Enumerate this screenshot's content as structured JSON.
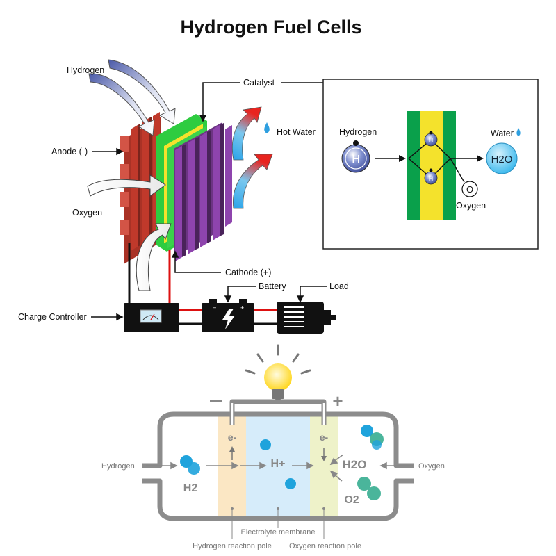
{
  "title": "Hydrogen Fuel Cells",
  "top_diagram": {
    "labels": {
      "hydrogen": "Hydrogen",
      "catalyst": "Catalyst",
      "hot_water": "Hot Water",
      "anode": "Anode (-)",
      "oxygen": "Oxygen",
      "cathode": "Cathode (+)",
      "battery": "Battery",
      "load": "Load",
      "charge_controller": "Charge Controller"
    }
  },
  "inset": {
    "hydrogen_label": "Hydrogen",
    "hydrogen_symbol": "H",
    "electron_symbol": "H",
    "water_label": "Water",
    "water_symbol": "H2O",
    "oxygen_label": "Oxygen",
    "oxygen_symbol": "O"
  },
  "bottom_diagram": {
    "minus": "–",
    "plus": "+",
    "electron": "e-",
    "proton": "H+",
    "h2": "H2",
    "h2o": "H2O",
    "o2": "O2",
    "hydrogen_label": "Hydrogen",
    "oxygen_label": "Oxygen",
    "electrolyte_label": "Electrolyte membrane",
    "hydrogen_pole_label": "Hydrogen reaction pole",
    "oxygen_pole_label": "Oxygen reaction pole"
  },
  "colors": {
    "anode": "#c0392b",
    "cathode": "#7d3c98",
    "catalyst_green": "#2ecc40",
    "membrane_yellow": "#f4e22c",
    "inset_green": "#0aa04b",
    "water_blue": "#4fc3f7",
    "hydrogen_pole": "#fbe7c4",
    "electrolyte": "#d6ecfa",
    "oxygen_pole": "#eef2c9",
    "molecule_blue": "#1fa3dc",
    "molecule_teal": "#2aa88a",
    "bulb": "#ffe033"
  }
}
